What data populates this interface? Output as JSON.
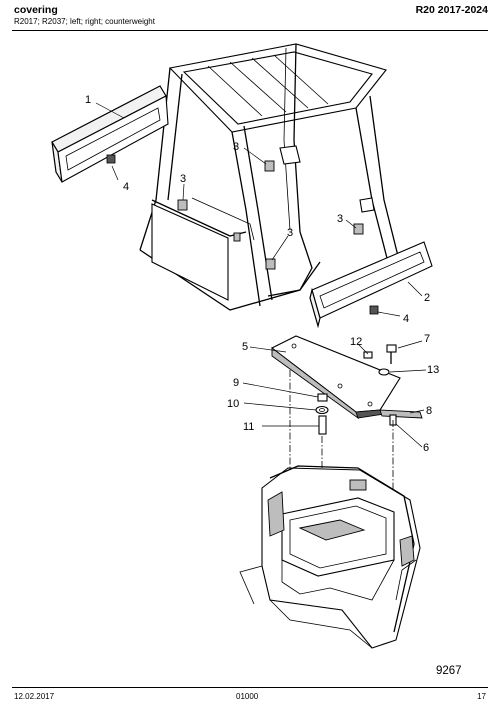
{
  "header": {
    "title": "covering",
    "subtitle": "R2017; R2037; left; right; counterweight",
    "model": "R20 2017-2024"
  },
  "footer": {
    "date": "12.02.2017",
    "doc_code": "01000",
    "page": "17"
  },
  "figure": {
    "number": "9267",
    "callouts": {
      "c1": "1",
      "c2": "2",
      "c3a": "3",
      "c3b": "3",
      "c3c": "3",
      "c3d": "3",
      "c4a": "4",
      "c4b": "4",
      "c5": "5",
      "c6": "6",
      "c7": "7",
      "c8": "8",
      "c9": "9",
      "c10": "10",
      "c11": "11",
      "c12": "12",
      "c13": "13"
    }
  }
}
